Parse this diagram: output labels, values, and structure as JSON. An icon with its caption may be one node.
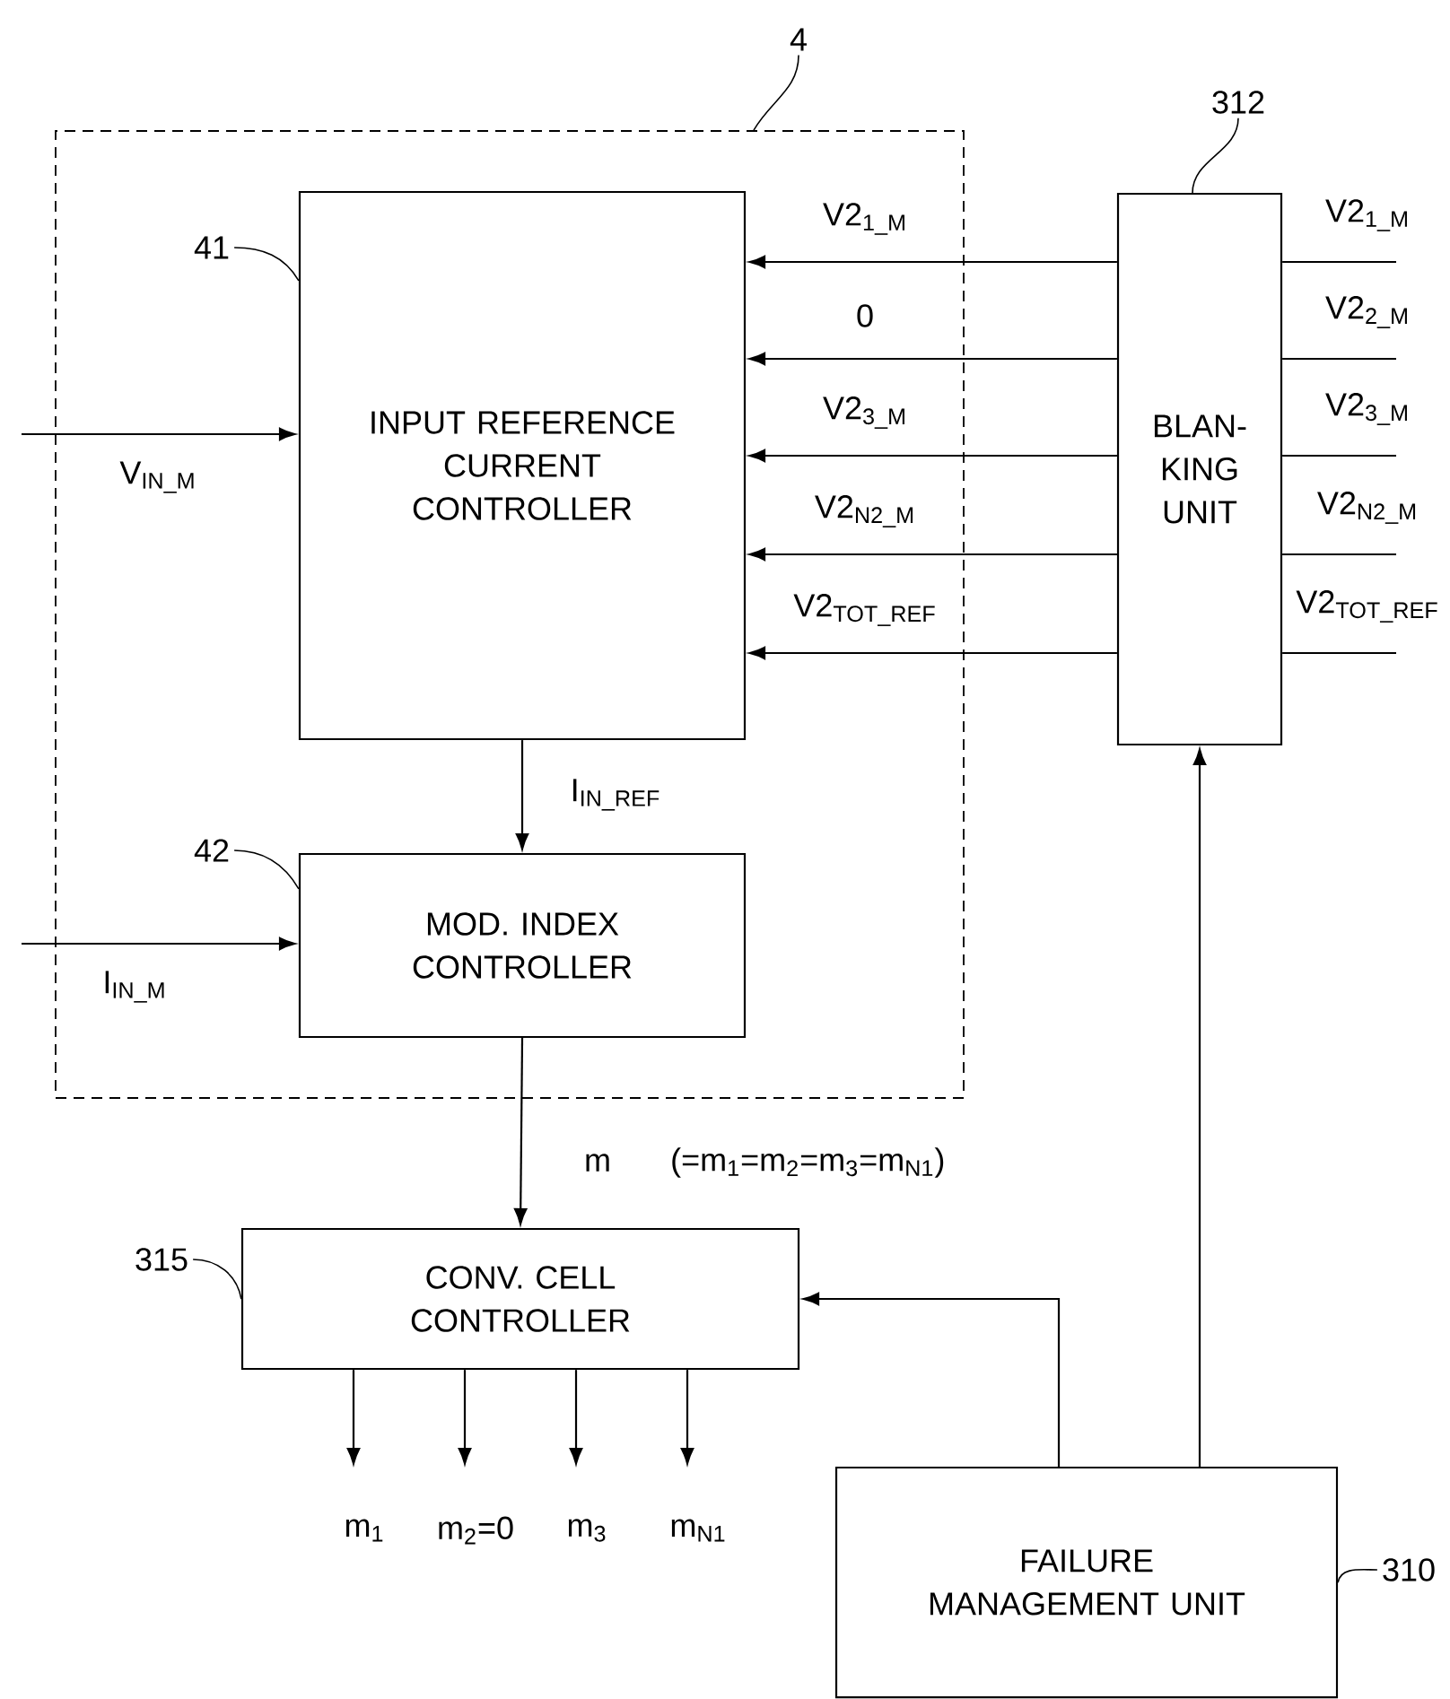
{
  "diagram": {
    "nodes": [
      {
        "text": [],
        "shape": "box"
      },
      {
        "text": [
          "INPUT REFERENCE CURRENT CONTROLLER"
        ],
        "in": 0
      },
      {
        "text": [
          "MOD. INDEX CONTROLLER"
        ],
        "in": 0
      },
      {
        "text": [
          "BLAN- KING UNIT"
        ]
      },
      {
        "text": [
          "CONV. CELL CONTROLLER"
        ]
      },
      {
        "text": [
          "FAILURE MANAGEMENT UNIT"
        ]
      },
      {
        "text": [
          "4"
        ]
      },
      {
        "text": [
          "41"
        ],
        "in": 0
      },
      {
        "text": [
          "42"
        ],
        "in": 0
      },
      {
        "text": [
          "312"
        ]
      },
      {
        "text": [
          "315"
        ]
      },
      {
        "text": [
          "310"
        ]
      }
    ],
    "edges": [
      {
        "from": null,
        "to": 1,
        "arrow": "to",
        "label": "V$_{IN_M}$"
      },
      {
        "from": null,
        "to": 2,
        "arrow": "to",
        "label": "I$_{IN_M}$"
      },
      {
        "from": 1,
        "to": 2,
        "arrow": "to",
        "label": "I$_{IN_REF}$"
      },
      {
        "from": 3,
        "to": 1,
        "arrow": "to",
        "label": "V2$_{1_M}$"
      },
      {
        "from": 3,
        "to": 1,
        "arrow": "to",
        "label": "0"
      },
      {
        "from": 3,
        "to": 1,
        "arrow": "to",
        "label": "V2$_{3_M}$"
      },
      {
        "from": 3,
        "to": 1,
        "arrow": "to",
        "label": "V2$_{N2_M}$"
      },
      {
        "from": 3,
        "to": 1,
        "arrow": "to",
        "label": "V2$_{TOT_REF}$"
      },
      {
        "from": null,
        "to": 3,
        "arrow": "none",
        "label": "V2$_{1_M}$"
      },
      {
        "from": null,
        "to": 3,
        "arrow": "none",
        "label": "V2$_{2_M}$"
      },
      {
        "from": null,
        "to": 3,
        "arrow": "none",
        "label": "V2$_{3_M}$"
      },
      {
        "from": null,
        "to": 3,
        "arrow": "none",
        "label": "V2$_{N2_M}$"
      },
      {
        "from": null,
        "to": 3,
        "arrow": "none",
        "label": "V2$_{TOT_REF}$"
      },
      {
        "from": 2,
        "to": 4,
        "arrow": "to",
        "label": "m"
      },
      {
        "from": 5,
        "to": 4,
        "arrow": "to"
      },
      {
        "from": 5,
        "to": 3,
        "arrow": "to"
      },
      {
        "from": 4,
        "to": null,
        "arrow": "to",
        "label": "m$_{1}$"
      },
      {
        "from": 4,
        "to": null,
        "arrow": "to",
        "label": "m$_{2}$=0"
      },
      {
        "from": 4,
        "to": null,
        "arrow": "to",
        "label": "m$_{3}$"
      },
      {
        "from": 4,
        "to": null,
        "arrow": "to",
        "label": "m$_{N1}$"
      },
      {
        "from": 6,
        "to": 0,
        "arrow": "none"
      },
      {
        "from": 7,
        "to": 1,
        "arrow": "none"
      },
      {
        "from": 8,
        "to": 2,
        "arrow": "none"
      },
      {
        "from": 9,
        "to": 3,
        "arrow": "none"
      },
      {
        "from": 10,
        "to": 4,
        "arrow": "none"
      },
      {
        "from": 11,
        "to": 5,
        "arrow": "none"
      }
    ],
    "labels": [
      "(=m$_{1}$=m$_{2}$=m$_{3}$=m$_{N1}$)"
    ]
  }
}
